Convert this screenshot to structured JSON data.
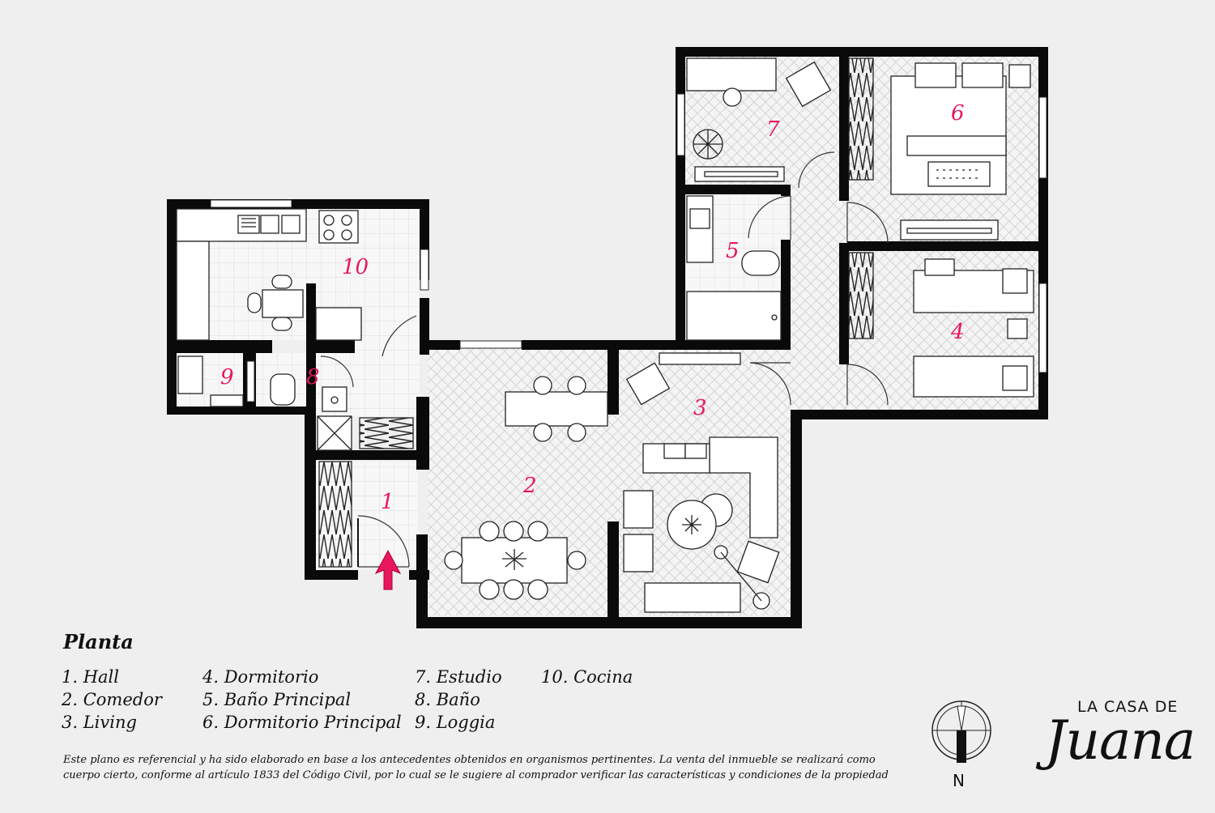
{
  "rooms": [
    {
      "number": "1"
    },
    {
      "number": "2"
    },
    {
      "number": "3"
    },
    {
      "number": "4"
    },
    {
      "number": "5"
    },
    {
      "number": "6"
    },
    {
      "number": "7"
    },
    {
      "number": "8"
    },
    {
      "number": "9"
    },
    {
      "number": "10"
    }
  ],
  "legend": {
    "title": "Planta",
    "col1": [
      "1.  Hall",
      "2.  Comedor",
      "3.  Living"
    ],
    "col2": [
      "4.  Dormitorio",
      "5.  Baño Principal",
      "6. Dormitorio Principal"
    ],
    "col3": [
      "7.  Estudio",
      "8.  Baño",
      "9. Loggia"
    ],
    "col4": [
      "10. Cocina"
    ]
  },
  "disclaimer": {
    "line1": "Este plano es referencial y ha sido elaborado en base a los antecedentes obtenidos en organismos pertinentes.  La venta del inmueble se realizará como",
    "line2": "cuerpo cierto, conforme al artículo 1833 del Código Civil, por lo cual se le sugiere al comprador verificar las características y condiciones de la propiedad"
  },
  "compass": {
    "label": "N"
  },
  "brand": {
    "line1": "LA CASA DE",
    "line2": "Juana"
  },
  "colors": {
    "walls": "#0a0a0a",
    "room_numbers": "#e8175d",
    "entry_arrow": "#e8175d",
    "background": "#efefef"
  }
}
